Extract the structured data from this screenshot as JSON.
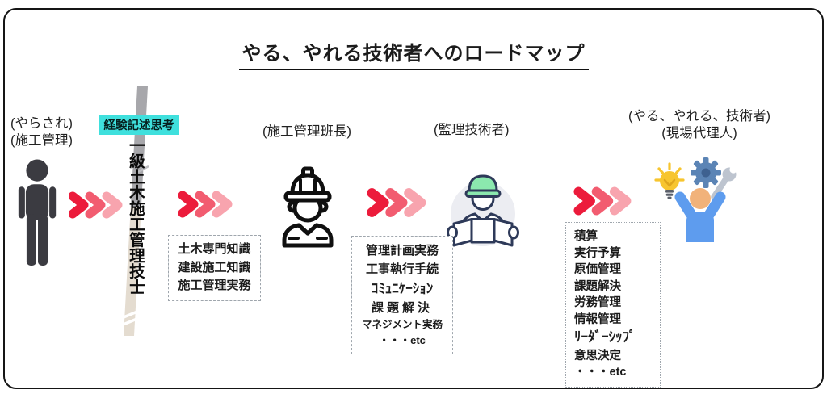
{
  "title": "やる、やれる技術者へのロードマップ",
  "stages": {
    "start": {
      "labels": [
        "(やらされ)",
        "(施工管理)"
      ],
      "icon": "person-silhouette-icon"
    },
    "certification": {
      "badge": "経験記述思考",
      "name": "一級土木施工管理技士",
      "icon": "survey-pole-icon"
    },
    "foreman": {
      "label": "(施工管理班長)",
      "icon": "construction-worker-icon",
      "skills": [
        "土木専門知識",
        "建設施工知識",
        "施工管理実務"
      ]
    },
    "supervisor": {
      "label": "(監理技術者)",
      "icon": "engineer-blueprint-icon",
      "skills": [
        "管理計画実務",
        "工事執行手続",
        "ｺﾐｭﾆｹｰｼｮﾝ",
        "課題解決",
        "マネジメント実務",
        "・・・etc"
      ]
    },
    "goal": {
      "labels": [
        "(やる、やれる、技術者)",
        "(現場代理人)"
      ],
      "icon": "idea-person-icon",
      "skills": [
        "積算",
        "実行予算",
        "原価管理",
        "課題解決",
        "労務管理",
        "情報管理",
        "ﾘｰﾀﾞｰｼｯﾌﾟ",
        "意思決定",
        "・・・etc"
      ]
    }
  },
  "arrow_icon": "triple-chevron-icon",
  "palette": {
    "chevron_red_1": "#EC1B3B",
    "chevron_red_2": "#F25C70",
    "chevron_red_3": "#F8A4AE",
    "badge_bg": "#3FE0DD",
    "silhouette_gray": "#3B3B41",
    "pole_gray": "#A7A7AB",
    "pole_beige": "#E4DCD0",
    "engineer_navy": "#2E3A59",
    "helmet_green": "#8BE8AE",
    "goal_blue": "#5E9CEE",
    "goal_skin": "#F1B27A",
    "bulb_yellow": "#F7C52F",
    "gear_blue": "#5B84B5",
    "wrench_gray": "#BDC4CF"
  }
}
